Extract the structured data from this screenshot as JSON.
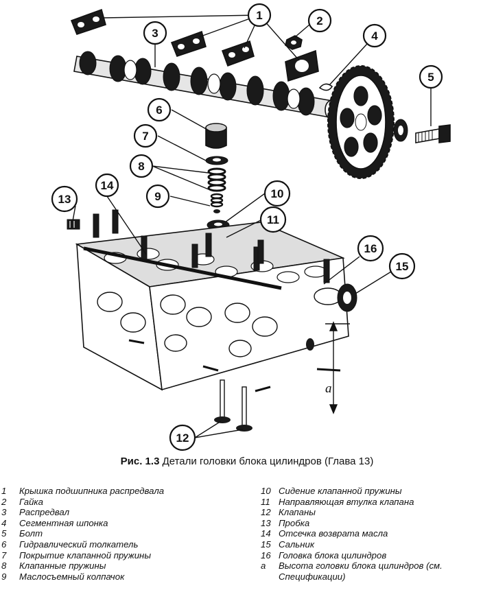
{
  "figure": {
    "callouts": [
      {
        "label": "1"
      },
      {
        "label": "2"
      },
      {
        "label": "3"
      },
      {
        "label": "4"
      },
      {
        "label": "5"
      },
      {
        "label": "6"
      },
      {
        "label": "7"
      },
      {
        "label": "8"
      },
      {
        "label": "9"
      },
      {
        "label": "10"
      },
      {
        "label": "11"
      },
      {
        "label": "12"
      },
      {
        "label": "13"
      },
      {
        "label": "14"
      },
      {
        "label": "15"
      },
      {
        "label": "16"
      }
    ],
    "dimension_label": "a"
  },
  "caption": {
    "prefix": "Рис. 1.3",
    "text": "Детали головки блока цилиндров (Глава 13)"
  },
  "legend": {
    "left": [
      {
        "num": "1",
        "text": "Крышка подшипника распредвала"
      },
      {
        "num": "2",
        "text": "Гайка"
      },
      {
        "num": "3",
        "text": "Распредвал"
      },
      {
        "num": "4",
        "text": "Сегментная шпонка"
      },
      {
        "num": "5",
        "text": "Болт"
      },
      {
        "num": "6",
        "text": "Гидравлический толкатель"
      },
      {
        "num": "7",
        "text": "Покрытие клапанной пружины"
      },
      {
        "num": "8",
        "text": "Клапанные пружины"
      },
      {
        "num": "9",
        "text": "Маслосъемный колпачок"
      }
    ],
    "right": [
      {
        "num": "10",
        "text": "Сидение клапанной пружины"
      },
      {
        "num": "11",
        "text": "Направляющая втулка клапана"
      },
      {
        "num": "12",
        "text": "Клапаны"
      },
      {
        "num": "13",
        "text": "Пробка"
      },
      {
        "num": "14",
        "text": "Отсечка возврата масла"
      },
      {
        "num": "15",
        "text": "Сальник"
      },
      {
        "num": "16",
        "text": "Головка блока цилиндров"
      },
      {
        "num": "a",
        "text": "Высота головки блока цилиндров (см. Спецификации)"
      }
    ]
  }
}
